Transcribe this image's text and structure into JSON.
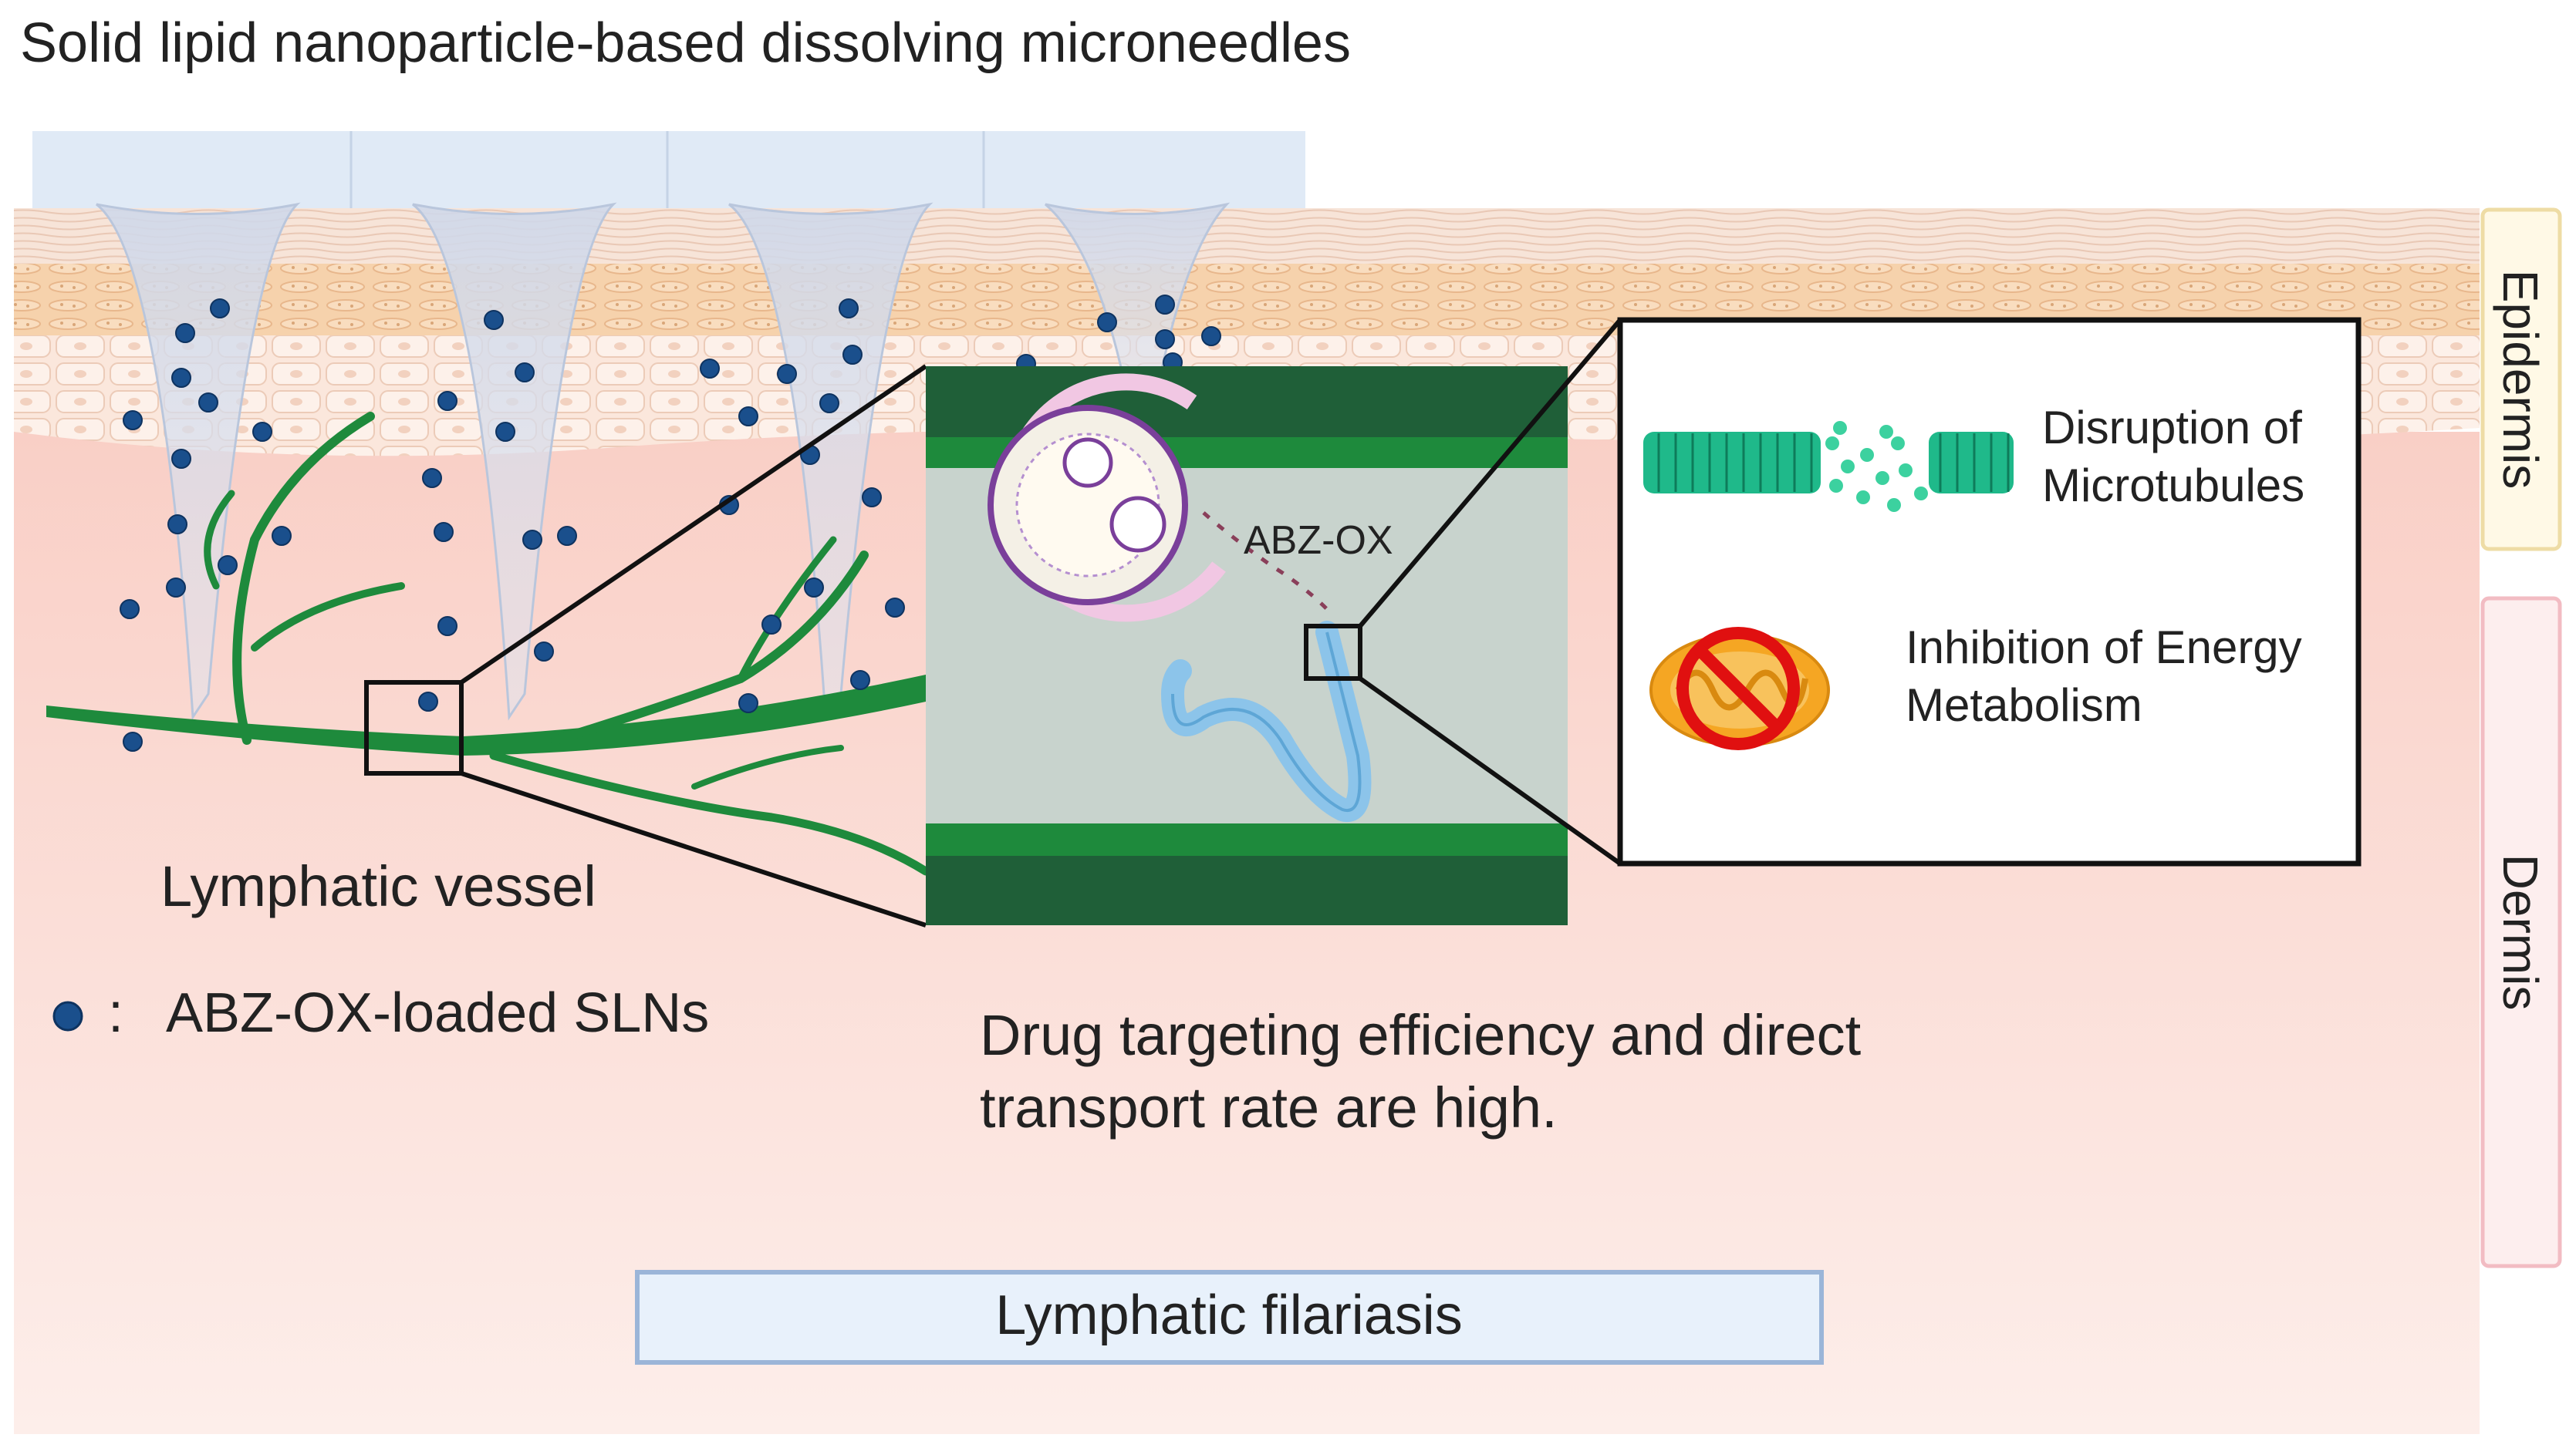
{
  "title": "Solid lipid nanoparticle-based dissolving microneedles",
  "layers": {
    "epidermis": "Epidermis",
    "dermis": "Dermis"
  },
  "labels": {
    "lymphatic_vessel": "Lymphatic vessel",
    "drug": "ABZ-OX",
    "legend_separator": ":",
    "legend_sln": "ABZ-OX-loaded SLNs",
    "statement_line1": "Drug targeting efficiency and direct",
    "statement_line2": "transport rate are high.",
    "disease": "Lymphatic filariasis"
  },
  "mechanisms": [
    {
      "line1": "Disruption of",
      "line2": "Microtubules",
      "icon": "microtubule-icon"
    },
    {
      "line1": "Inhibition of Energy",
      "line2": "Metabolism",
      "icon": "mitochondria-inhibited-icon"
    }
  ],
  "colors": {
    "epidermis": "#f8dcc0",
    "dermis": "#fbd8d0",
    "lymph": "#1e8a3c",
    "sln": "#1a4f8c",
    "microtubule": "#1fb98a",
    "worm": "#8cc4ea",
    "inhibit": "#e01010",
    "disease_box": "#e8f1fb"
  }
}
